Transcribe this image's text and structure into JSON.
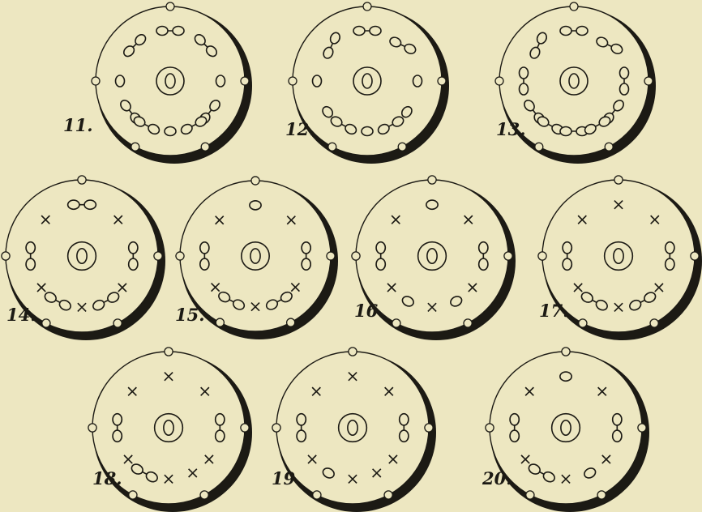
{
  "figures": [
    {
      "label": "11.",
      "marks": {
        "top": "pair",
        "ul": "pair-v",
        "ur": "pair-v",
        "ml": "single",
        "mr": "single",
        "ll": "pair-v",
        "lr": "pair-v",
        "bl": "pair",
        "b": "single",
        "br": "pair"
      }
    },
    {
      "label": "12.",
      "marks": {
        "top": "pair",
        "ul": "pair-d",
        "ur": "pair-d",
        "ml": "single",
        "mr": "single",
        "ll": "single",
        "lr": "single",
        "bl": "pair",
        "b": "single",
        "br": "pair"
      }
    },
    {
      "label": "13.",
      "marks": {
        "top": "pair",
        "ul": "pair-d",
        "ur": "pair-d",
        "ml": "pair-v",
        "mr": "pair-v",
        "ll": "pair-v",
        "lr": "pair-v",
        "bl": "pair",
        "b": "pair",
        "br": "pair"
      }
    },
    {
      "label": "14.",
      "marks": {
        "top": "pair",
        "ul": "cross",
        "ur": "cross",
        "ml": "pair-v",
        "mr": "pair-v",
        "ll": "cross",
        "lr": "cross",
        "bl": "pair",
        "b": "cross",
        "br": "pair"
      }
    },
    {
      "label": "15.",
      "marks": {
        "top": "single",
        "ul": "cross",
        "ur": "cross",
        "ml": "pair-v",
        "mr": "pair-v",
        "ll": "cross",
        "lr": "cross",
        "bl": "pair",
        "b": "cross",
        "br": "pair"
      }
    },
    {
      "label": "16.",
      "marks": {
        "top": "single",
        "ul": "cross",
        "ur": "cross",
        "ml": "pair-v",
        "mr": "pair-v",
        "ll": "cross",
        "lr": "cross",
        "bl": "single",
        "b": "cross",
        "br": "single"
      }
    },
    {
      "label": "17.",
      "marks": {
        "top": "cross",
        "ul": "cross",
        "ur": "cross",
        "ml": "pair-v",
        "mr": "pair-v",
        "ll": "cross",
        "lr": "cross",
        "bl": "pair",
        "b": "cross",
        "br": "pair"
      }
    },
    {
      "label": "18.",
      "marks": {
        "top": "cross",
        "ul": "cross",
        "ur": "cross",
        "ml": "pair-v",
        "mr": "pair-v",
        "ll": "cross",
        "lr": "cross",
        "bl": "pair",
        "b": "cross",
        "br": "cross"
      }
    },
    {
      "label": "19.",
      "marks": {
        "top": "cross",
        "ul": "cross",
        "ur": "cross",
        "ml": "pair-v",
        "mr": "pair-v",
        "ll": "cross",
        "lr": "cross",
        "bl": "single",
        "b": "cross",
        "br": "cross"
      }
    },
    {
      "label": "20.",
      "marks": {
        "top": "single",
        "ul": "cross",
        "ur": "cross",
        "ml": "pair-v",
        "mr": "pair-v",
        "ll": "cross",
        "lr": "cross",
        "bl": "pair",
        "b": "cross",
        "br": "single"
      }
    }
  ],
  "colors": {
    "ink": "#1c1a14",
    "paper": "#ede7c1"
  }
}
